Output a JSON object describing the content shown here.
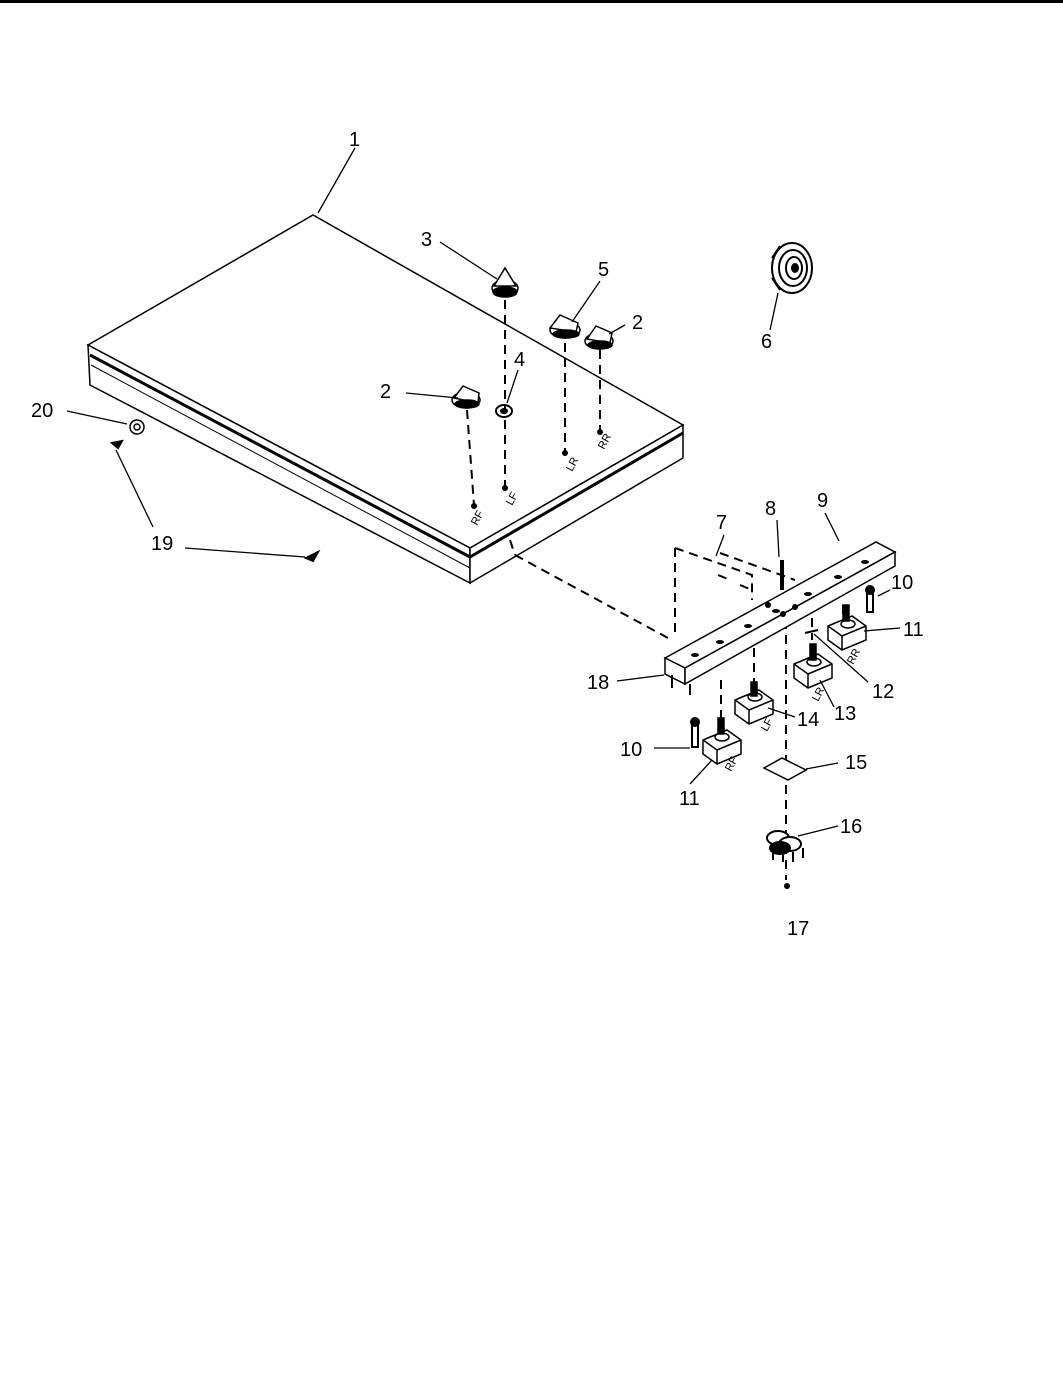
{
  "diagram": {
    "type": "exploded parts diagram",
    "callouts": {
      "c1": "1",
      "c2a": "2",
      "c2b": "2",
      "c3": "3",
      "c4": "4",
      "c5": "5",
      "c6": "6",
      "c7": "7",
      "c8": "8",
      "c9": "9",
      "c10a": "10",
      "c10b": "10",
      "c11a": "11",
      "c11b": "11",
      "c12": "12",
      "c13": "13",
      "c14": "14",
      "c15": "15",
      "c16": "16",
      "c17": "17",
      "c18": "18",
      "c19": "19",
      "c20": "20"
    },
    "position_labels": {
      "top_rf": "RF",
      "top_lf": "LF",
      "top_lr": "LR",
      "top_rr": "RR",
      "sw_rr": "RR",
      "sw_lr": "LR",
      "sw_lf": "LF",
      "sw_rf": "RF"
    },
    "colors": {
      "line": "#000000",
      "background": "#ffffff"
    }
  }
}
